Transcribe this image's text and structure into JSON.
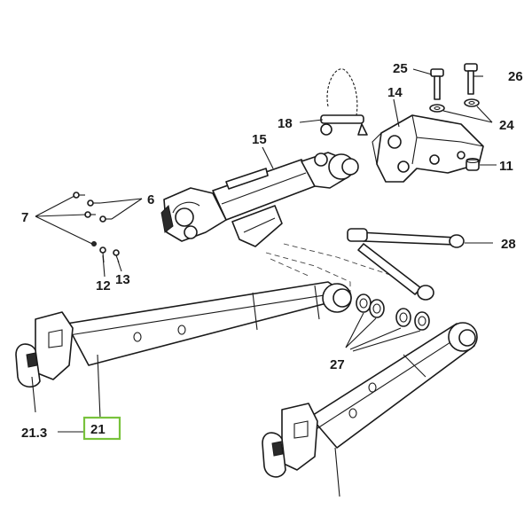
{
  "diagram": {
    "highlight_color": "#78c23c",
    "line_color": "#1a1a1a",
    "highlighted_callout": "21",
    "callouts": {
      "c25": "25",
      "c26": "26",
      "c14": "14",
      "c24": "24",
      "c18": "18",
      "c15": "15",
      "c11": "11",
      "c6": "6",
      "c7": "7",
      "c28": "28",
      "c12": "12",
      "c13": "13",
      "c27": "27",
      "c21_3": "21.3",
      "c21": "21"
    }
  }
}
